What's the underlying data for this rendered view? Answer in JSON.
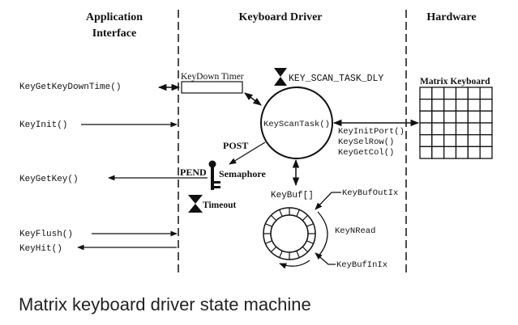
{
  "columns": {
    "application_interface": "Application\nInterface",
    "application_line1": "Application",
    "application_line2": "Interface",
    "keyboard_driver": "Keyboard Driver",
    "hardware": "Hardware"
  },
  "api_functions": {
    "get_key_down_time": "KeyGetKeyDownTime()",
    "init": "KeyInit()",
    "get_key": "KeyGetKey()",
    "flush": "KeyFlush()",
    "hit": "KeyHit()"
  },
  "driver": {
    "keydown_timer": "KeyDown Timer",
    "scan_delay": "KEY_SCAN_TASK_DLY",
    "scan_task": "KeyScanTask()",
    "post": "POST",
    "pend": "PEND",
    "semaphore": "Semaphore",
    "timeout": "Timeout",
    "key_buf": "KeyBuf[]",
    "buf_out_ix": "KeyBufOutIx",
    "n_read": "KeyNRead",
    "buf_in_ix": "KeyBufInIx",
    "ring_segments": 16
  },
  "hardware": {
    "matrix_keyboard": "Matrix Keyboard",
    "rows": 6,
    "cols": 6,
    "port_functions": [
      "KeyInitPort()",
      "KeySelRow()",
      "KeyGetCol()"
    ]
  },
  "caption": "Matrix keyboard driver state machine"
}
